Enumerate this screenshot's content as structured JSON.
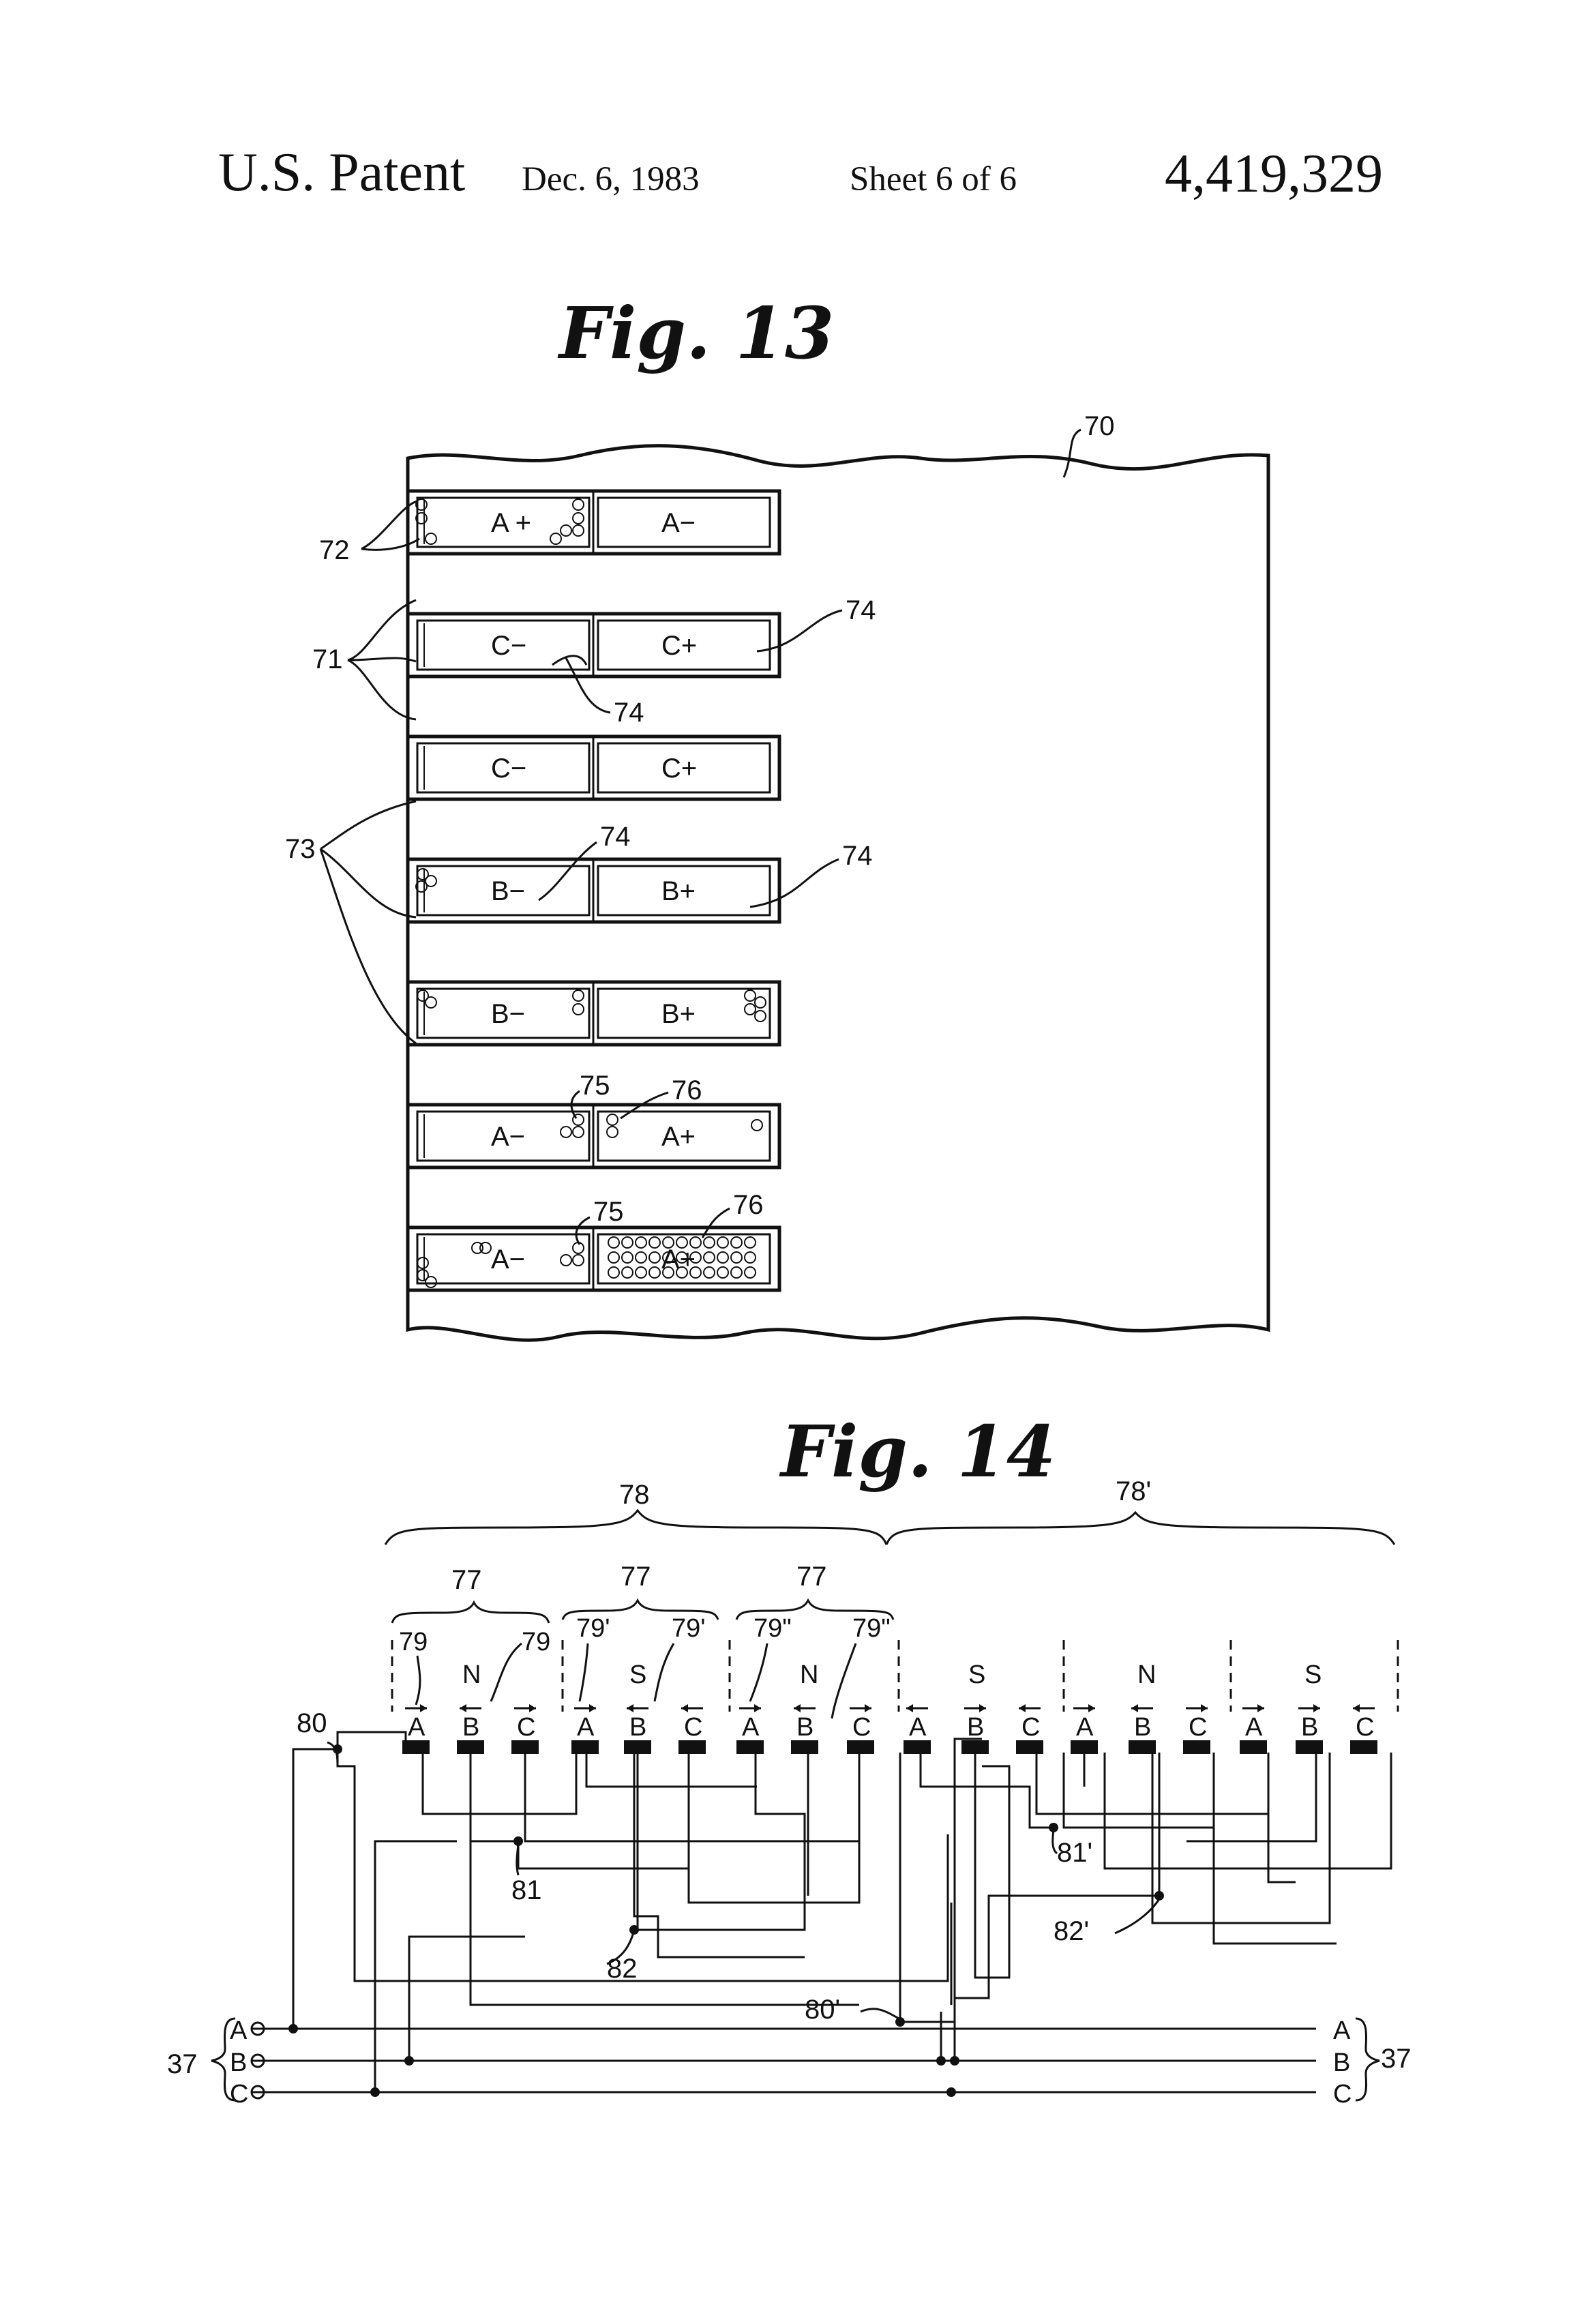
{
  "header": {
    "patent": "U.S. Patent",
    "date": "Dec. 6, 1983",
    "sheet": "Sheet 6 of 6",
    "number": "4,419,329"
  },
  "fig13": {
    "title": "Fig. 13",
    "refs": {
      "r70": "70",
      "r71": "71",
      "r72": "72",
      "r73": "73",
      "r74": "74",
      "r75": "75",
      "r76": "76"
    },
    "slots": [
      {
        "left": "A +",
        "right": "A−"
      },
      {
        "left": "C−",
        "right": "C+"
      },
      {
        "left": "C−",
        "right": "C+"
      },
      {
        "left": "B−",
        "right": "B+"
      },
      {
        "left": "B−",
        "right": "B+"
      },
      {
        "left": "A−",
        "right": "A+"
      },
      {
        "left": "A−",
        "right": "A+"
      }
    ]
  },
  "fig14": {
    "title": "Fig. 14",
    "refs": {
      "r78": "78",
      "r78p": "78'",
      "r77": "77",
      "r79": "79",
      "r79p": "79'",
      "r79pp": "79\"",
      "r80": "80",
      "r80p": "80'",
      "r81": "81",
      "r81p": "81'",
      "r82": "82",
      "r82p": "82'",
      "r37": "37"
    },
    "poles": [
      "N",
      "S",
      "N",
      "S",
      "N",
      "S"
    ],
    "phase_labels": [
      "A",
      "B",
      "C"
    ],
    "supply_lines": [
      "A",
      "B",
      "C"
    ]
  }
}
